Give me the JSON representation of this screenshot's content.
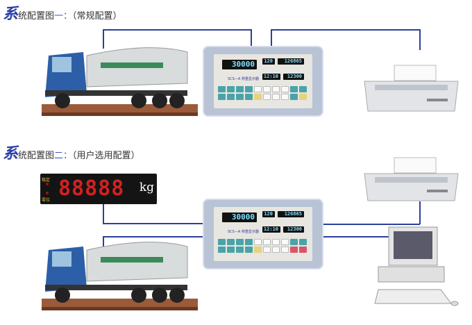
{
  "config1": {
    "title_prefix": "系",
    "title_rest": "统配置图",
    "title_num": "一：",
    "title_paren": "（常规配置）"
  },
  "config2": {
    "title_prefix": "系",
    "title_rest": "统配置图",
    "title_num": "二：",
    "title_paren": "（用户选用配置）"
  },
  "indicator": {
    "weight": "30000",
    "count": "120",
    "total": "126865",
    "time": "12:10",
    "amount": "12300",
    "model": "SCS—A 称重显示器"
  },
  "big_display": {
    "digits": "88888",
    "unit": "kg",
    "label_stable": "稳定",
    "label_zero": "零位"
  },
  "colors": {
    "line": "#2b3f9a",
    "title_accent": "#2a3ea8"
  }
}
